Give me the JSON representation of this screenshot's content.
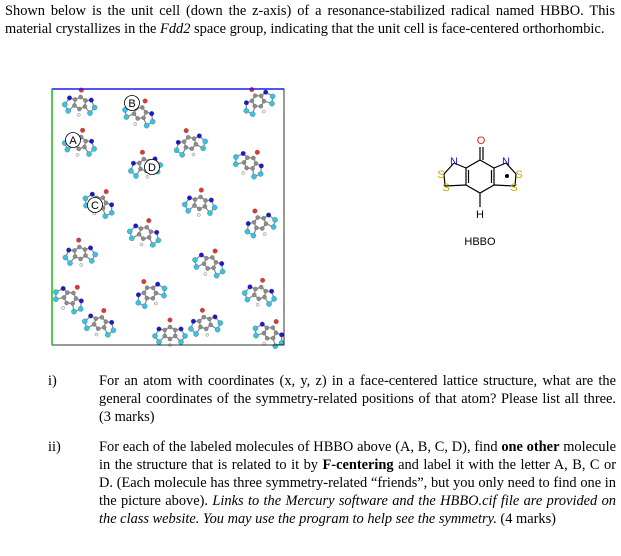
{
  "intro": {
    "p1": "Shown below is the unit cell (down the z-axis) of a resonance-stabilized radical named HBBO. This material crystallizes in the ",
    "space_group": "Fdd2",
    "p2": " space group, indicating that the unit cell is face-centered orthorhombic."
  },
  "unit_cell": {
    "labels": [
      "A",
      "B",
      "C",
      "D"
    ],
    "colors": {
      "carbon": "#8c8c8c",
      "nitrogen": "#1a1acc",
      "sulfur": "#33c4e6",
      "oxygen": "#e63333",
      "hydrogen": "#e8e8e8",
      "axis_a": "#1a1aee",
      "axis_b": "#22c022"
    }
  },
  "structure": {
    "atoms": [
      "O",
      "N",
      "N",
      "S",
      "S",
      "S",
      "S",
      "H"
    ],
    "caption": "HBBO",
    "colors": {
      "oxygen": "#e02020",
      "nitrogen": "#1a1acc",
      "sulfur": "#c8a800"
    }
  },
  "questions": [
    {
      "number": "i)",
      "text": "For an atom with coordinates (x, y, z) in a face-centered lattice structure, what are the general coordinates of the symmetry-related positions of that atom? Please list all three. (3 marks)"
    },
    {
      "number": "ii)",
      "t1": "For each of the labeled molecules of HBBO above (A, B, C, D), find ",
      "b1": "one other",
      "t2": " molecule in the structure that is related to it by ",
      "b2": "F-centering",
      "t3": " and label it with the letter A, B, C or D. (Each molecule has three symmetry-related “friends”, but you only need to find one in the picture above). ",
      "it": "Links to the Mercury software and the HBBO.cif file are provided on the class website. You may use the program to help see the symmetry.",
      "t4": " (4 marks)"
    }
  ]
}
